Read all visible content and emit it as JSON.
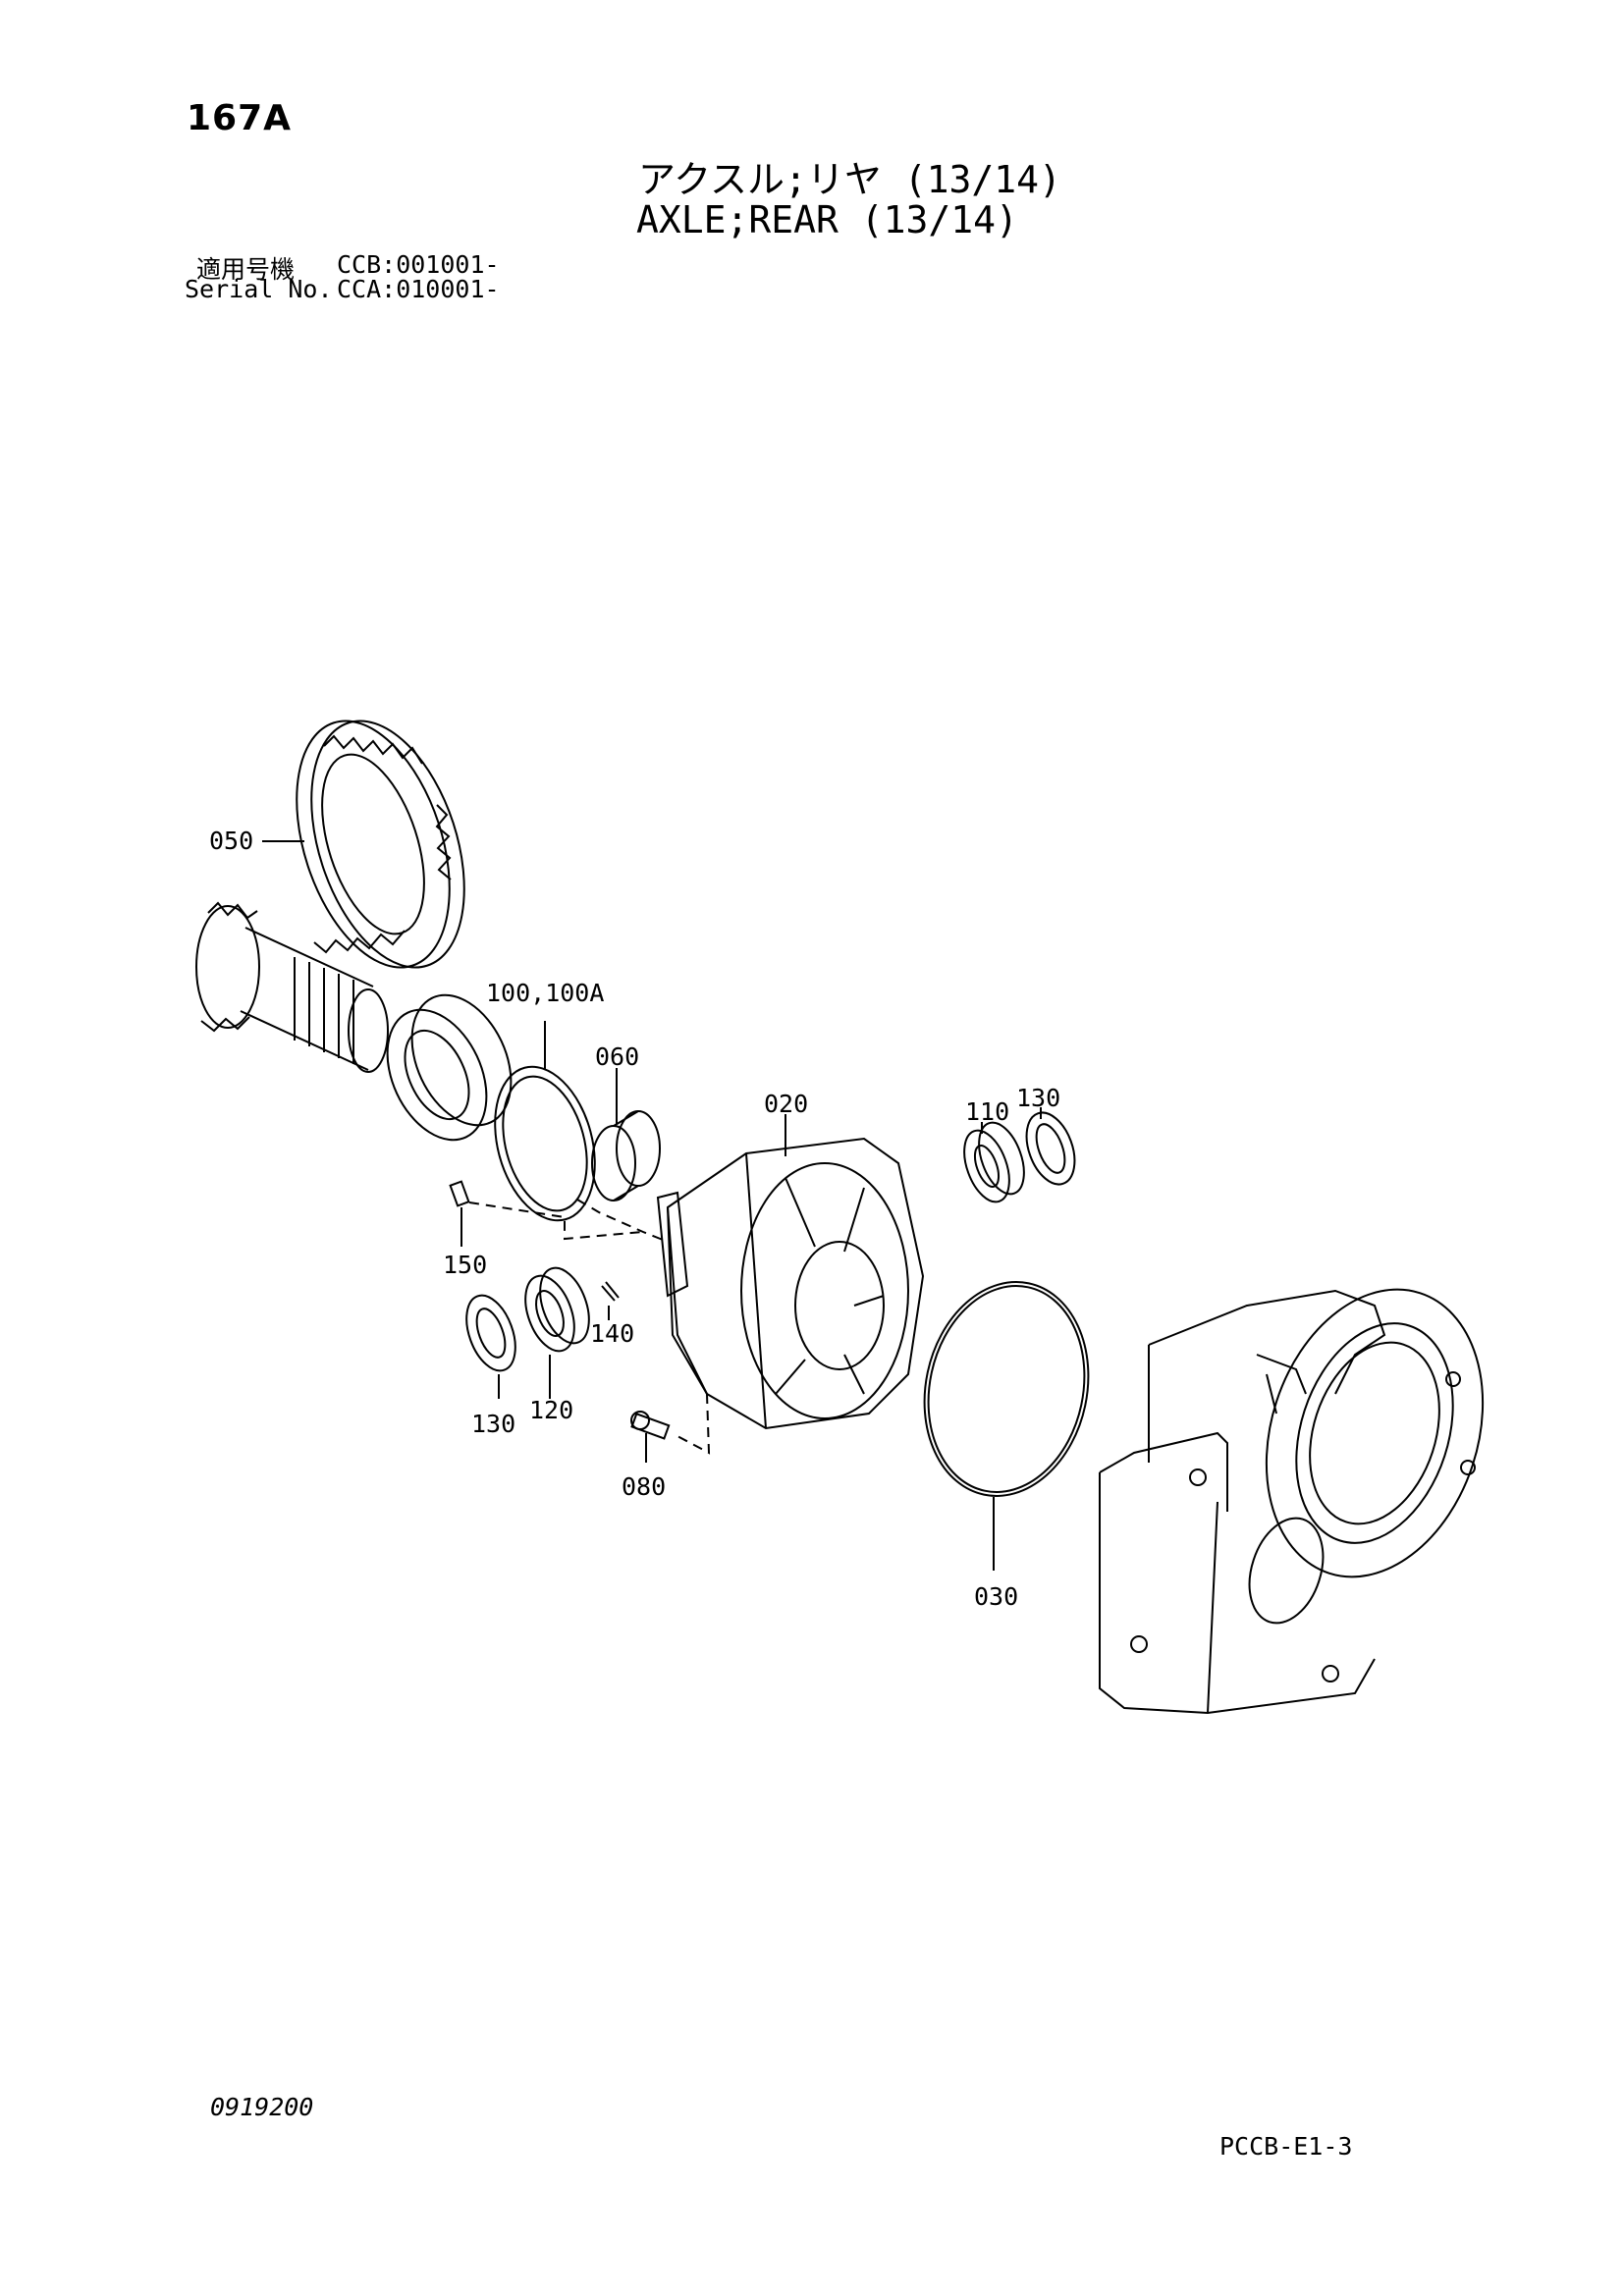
{
  "header": {
    "page_number": "167A",
    "title_jp": "アクスル;リヤ (13/14)",
    "title_en": "AXLE;REAR (13/14)",
    "serial_jp_label": "適用号機",
    "serial_jp_value": "CCB:001001-",
    "serial_en_label": "Serial No.",
    "serial_en_value": "CCA:010001-"
  },
  "callouts": {
    "c050": "050",
    "c100": "100,100A",
    "c060": "060",
    "c020": "020",
    "c110": "110",
    "c130a": "130",
    "c150": "150",
    "c140": "140",
    "c130b": "130",
    "c120": "120",
    "c080": "080",
    "c030": "030"
  },
  "footer": {
    "doc_code": "0919200",
    "page_code": "PCCB-E1-3"
  }
}
